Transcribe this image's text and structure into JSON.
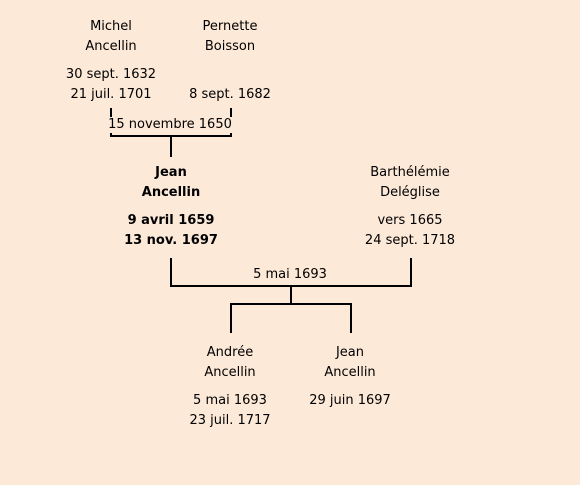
{
  "people": {
    "michel": {
      "first": "Michel",
      "last": "Ancellin",
      "birth": "30 sept. 1632",
      "death": "21 juil. 1701"
    },
    "pernette": {
      "first": "Pernette",
      "last": "Boisson",
      "birth": "",
      "death": "8 sept. 1682"
    },
    "jean_father": {
      "first": "Jean",
      "last": "Ancellin",
      "birth": "9 avril 1659",
      "death": "13 nov. 1697"
    },
    "barthelemie": {
      "first": "Barthélémie",
      "last": "Deléglise",
      "birth": "vers 1665",
      "death": "24 sept. 1718"
    },
    "andree": {
      "first": "Andrée",
      "last": "Ancellin",
      "birth": "5 mai 1693",
      "death": "23 juil. 1717"
    },
    "jean_son": {
      "first": "Jean",
      "last": "Ancellin",
      "birth": "29 juin 1697",
      "death": ""
    }
  },
  "unions": {
    "first": "15 novembre 1650",
    "second": "5 mai 1693"
  }
}
